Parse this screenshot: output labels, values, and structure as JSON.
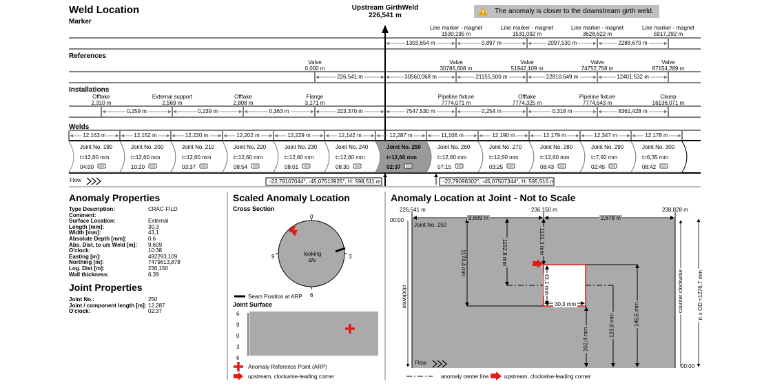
{
  "header": {
    "title": "Weld Location",
    "subtitle": "Marker",
    "upstream_label": "Upstream GirthWeld",
    "upstream_value": "226,541 m",
    "warning": "The anomaly is closer to the downstream girth weld.",
    "warning_icon": "warning-triangle-icon"
  },
  "markers": [
    {
      "name": "Line marker - magnet",
      "value": "1530,195 m"
    },
    {
      "name": "Line marker - magnet",
      "value": "1531,092 m"
    },
    {
      "name": "Line marker - magnet",
      "value": "3628,622 m"
    },
    {
      "name": "Line marker - magnet",
      "value": "5917,292 m"
    }
  ],
  "marker_dists": [
    "1303,654 m",
    "0,897 m",
    "2097,530 m",
    "2288,670 m"
  ],
  "references": {
    "title": "References",
    "items": [
      {
        "name": "Valve",
        "value": "0,000 m"
      },
      {
        "name": "Valve",
        "value": "30786,608 m"
      },
      {
        "name": "Valve",
        "value": "51942,109 m"
      },
      {
        "name": "Valve",
        "value": "74752,758 m"
      },
      {
        "name": "Valve",
        "value": "87154,289 m"
      }
    ],
    "dists": [
      "226,541 m",
      "30560,068 m",
      "21155,500 m",
      "22810,649 m",
      "12401,532 m"
    ]
  },
  "installations": {
    "title": "Installations",
    "items": [
      {
        "name": "Offtake",
        "value": "2,310 m"
      },
      {
        "name": "External support",
        "value": "2,569 m"
      },
      {
        "name": "Offtake",
        "value": "2,808 m"
      },
      {
        "name": "Flange",
        "value": "3,171 m"
      },
      {
        "name": "Pipeline fixture",
        "value": "7774,071 m"
      },
      {
        "name": "Offtake",
        "value": "7774,325 m"
      },
      {
        "name": "Pipeline fixture",
        "value": "7774,643 m"
      },
      {
        "name": "Clamp",
        "value": "16136,071 m"
      }
    ],
    "dists": [
      "0,259 m",
      "0,239 m",
      "0,363 m",
      "223,370 m",
      "7547,530 m",
      "0,254 m",
      "0,318 m",
      "8361,428 m"
    ]
  },
  "welds": {
    "title": "Welds",
    "dists": [
      "12,163 m",
      "12,152 m",
      "12,220 m",
      "12,202 m",
      "12,229 m",
      "12,142 m",
      "12,287 m",
      "11,106 m",
      "12,190 m",
      "12,179 m",
      "12,347 m",
      "12,178 m"
    ],
    "joints": [
      {
        "name": "Joint No. 190",
        "t": "t=12,60 mm",
        "clock": "04:00"
      },
      {
        "name": "Joint No. 200",
        "t": "t=12,60 mm",
        "clock": "10:20"
      },
      {
        "name": "Joint No. 210",
        "t": "t=12,60 mm",
        "clock": "03:37"
      },
      {
        "name": "Joint No. 220",
        "t": "t=12,60 mm",
        "clock": "08:54"
      },
      {
        "name": "Joint No. 230",
        "t": "t=12,60 mm",
        "clock": "08:01"
      },
      {
        "name": "Joint No. 240",
        "t": "t=12,60 mm",
        "clock": "08:30"
      },
      {
        "name": "Joint No. 250",
        "t": "t=12,60 mm",
        "clock": "02:37"
      },
      {
        "name": "Joint No. 260",
        "t": "t=12,60 mm",
        "clock": "07:15"
      },
      {
        "name": "Joint No. 270",
        "t": "t=12,60 mm",
        "clock": "03:25"
      },
      {
        "name": "Joint No. 280",
        "t": "t=12,60 mm",
        "clock": "08:43"
      },
      {
        "name": "Joint No. 290",
        "t": "t=7,92 mm",
        "clock": "02:45"
      },
      {
        "name": "Joint No. 300",
        "t": "t=6,35 mm",
        "clock": "08:42"
      }
    ],
    "flow": "Flow",
    "coord_left": "-22,79107044°, -45,07513925°,  H: 598,511 m",
    "coord_right": "-22,79098302°, -45,07507344°,  H: 595,516 m"
  },
  "anomaly": {
    "title": "Anomaly Properties",
    "rows": [
      {
        "k": "Type Description:",
        "v": "CRAC-FILD"
      },
      {
        "k": "Comment:",
        "v": ""
      },
      {
        "k": "Surface Location:",
        "v": "External"
      },
      {
        "k": "Length [mm]:",
        "v": "30,3"
      },
      {
        "k": "Width [mm]:",
        "v": "43,1"
      },
      {
        "k": "Absolute Depth [mm]:",
        "v": "0,6"
      },
      {
        "k": "Abs. Dist. to u/s Weld [m]:",
        "v": "9,609"
      },
      {
        "k": "O'clock:",
        "v": "10:38"
      },
      {
        "k": "Easting [m]:",
        "v": "492293,109"
      },
      {
        "k": "Northing [m]:",
        "v": "7479613,878"
      },
      {
        "k": "Log. Dist [m]:",
        "v": "236,150"
      },
      {
        "k": "Wall thickness:",
        "v": "6,39"
      }
    ]
  },
  "joint": {
    "title": "Joint Properties",
    "rows": [
      {
        "k": "Joint No.:",
        "v": "250"
      },
      {
        "k": "Joint / component length [m]:",
        "v": "12,287"
      },
      {
        "k": "O'clock:",
        "v": "02:37"
      }
    ]
  },
  "scaled": {
    "title": "Scaled Anomaly Location",
    "cross_section": "Cross Section",
    "looking": "looking",
    "ds": "d/s",
    "c0": "0",
    "c3": "3",
    "c6": "6",
    "c9": "9",
    "seam": "Seam Position at ARP",
    "joint_surface": "Joint Surface",
    "yticks": [
      "6",
      "9",
      "0",
      "3",
      "6"
    ],
    "arp": "Anomaly Reference Point (ARP)",
    "corner": "upstream, clockwise-leading corner"
  },
  "joint_loc": {
    "title": "Anomaly Location at Joint - Not to Scale",
    "left": "226,541 m",
    "mid": "236,150 m",
    "right": "238,828 m",
    "d1": "9,609 m",
    "d2": "2,678 m",
    "t0": "00:00",
    "tb": "00:00",
    "joint": "Joint No. 250",
    "v1": "1174,4 mm",
    "v2": "1152,8 mm",
    "v3": "1131,3 mm",
    "w": "43,1 mm",
    "l": "30,3 mm",
    "v4": "102,4 mm",
    "v5": "123,9 mm",
    "v6": "145,5 mm",
    "clockwise": "clockwise",
    "ccw": "counter clockwise",
    "od": "π x OD =1276,7 mm",
    "flow": "Flow",
    "legend_line": "anomaly center line",
    "legend_corner": "upstream, clockwise-leading corner"
  },
  "colors": {
    "accent": "#e31b1b",
    "gray": "#aaaaaa",
    "dark": "#8c8c8c"
  }
}
